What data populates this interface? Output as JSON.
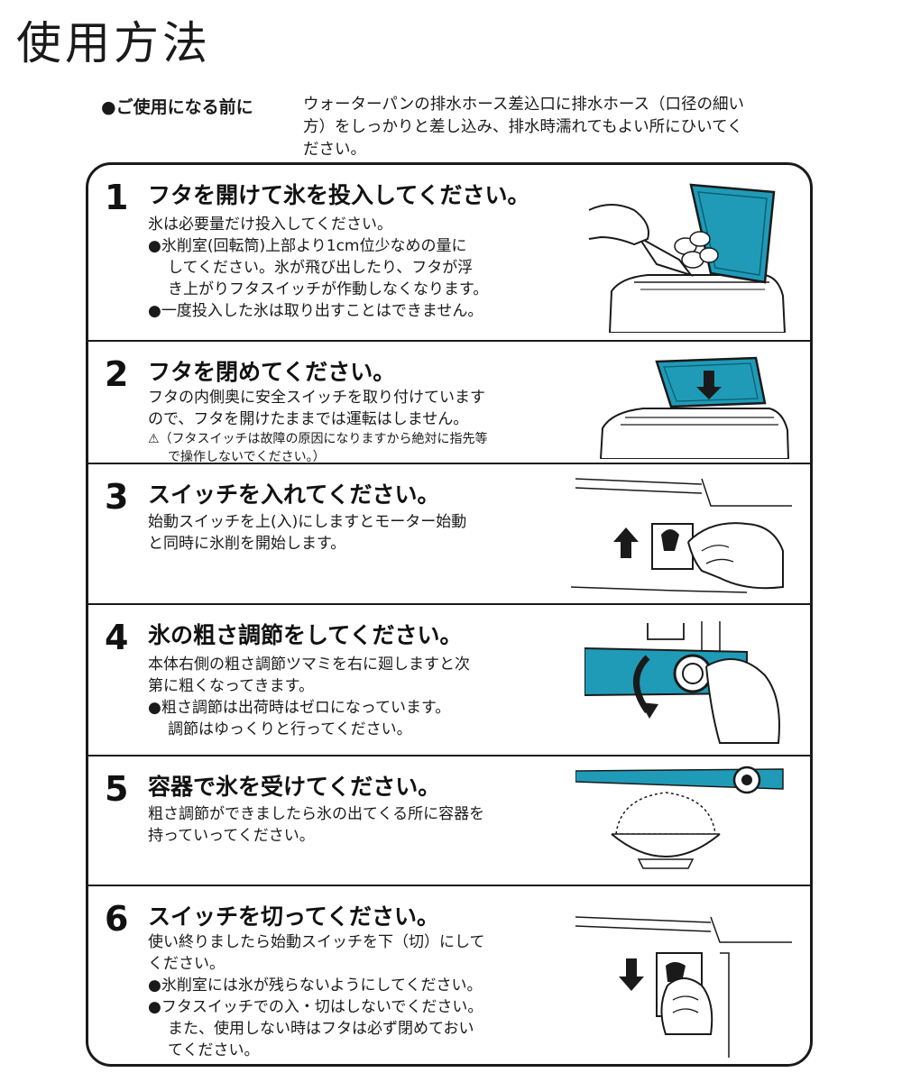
{
  "page": {
    "title": "使用方法"
  },
  "intro": {
    "label": "●ご使用になる前に",
    "lines": [
      "ウォーターパンの排水ホース差込口に排水ホース（口径の細い",
      "方）をしっかりと差し込み、排水時濡れてもよい所にひいてく",
      "ださい。"
    ]
  },
  "colors": {
    "accent": "#1f9bb8",
    "ink": "#1a1a1a"
  },
  "steps": [
    {
      "number": "1",
      "title": "フタを開けて氷を投入してください。",
      "lines": [
        "氷は必要量だけ投入してください。",
        "●氷削室(回転筒)上部より1cm位少なめの量に",
        "してください。氷が飛び出したり、フタが浮",
        "き上がりフタスイッチが作動しなくなります。",
        "●一度投入した氷は取り出すことはできません。"
      ],
      "icon": "ice-loading-illustration"
    },
    {
      "number": "2",
      "title": "フタを閉めてください。",
      "lines": [
        "フタの内側奥に安全スイッチを取り付けています",
        "ので、フタを開けたままでは運転はしません。",
        "⚠（フタスイッチは故障の原因になりますから絶対に指先等",
        "で操作しないでください。）"
      ],
      "icon": "lid-closing-illustration"
    },
    {
      "number": "3",
      "title": "スイッチを入れてください。",
      "lines": [
        "始動スイッチを上(入)にしますとモーター始動",
        "と同時に氷削を開始します。"
      ],
      "icon": "switch-on-illustration"
    },
    {
      "number": "4",
      "title": "氷の粗さ調節をしてください。",
      "lines": [
        "本体右側の粗さ調節ツマミを右に廻しますと次",
        "第に粗くなってきます。",
        "●粗さ調節は出荷時はゼロになっています。",
        "調節はゆっくりと行ってください。"
      ],
      "icon": "coarseness-knob-illustration"
    },
    {
      "number": "5",
      "title": "容器で氷を受けてください。",
      "lines": [
        "粗さ調節ができましたら氷の出てくる所に容器を",
        "持っていってください。"
      ],
      "icon": "bowl-receiving-illustration"
    },
    {
      "number": "6",
      "title": "スイッチを切ってください。",
      "lines": [
        "使い終りましたら始動スイッチを下（切）にして",
        "ください。",
        "●氷削室には氷が残らないようにしてください。",
        "●フタスイッチでの入・切はしないでください。",
        "また、使用しない時はフタは必ず閉めておい",
        "てください。"
      ],
      "icon": "switch-off-illustration"
    }
  ]
}
